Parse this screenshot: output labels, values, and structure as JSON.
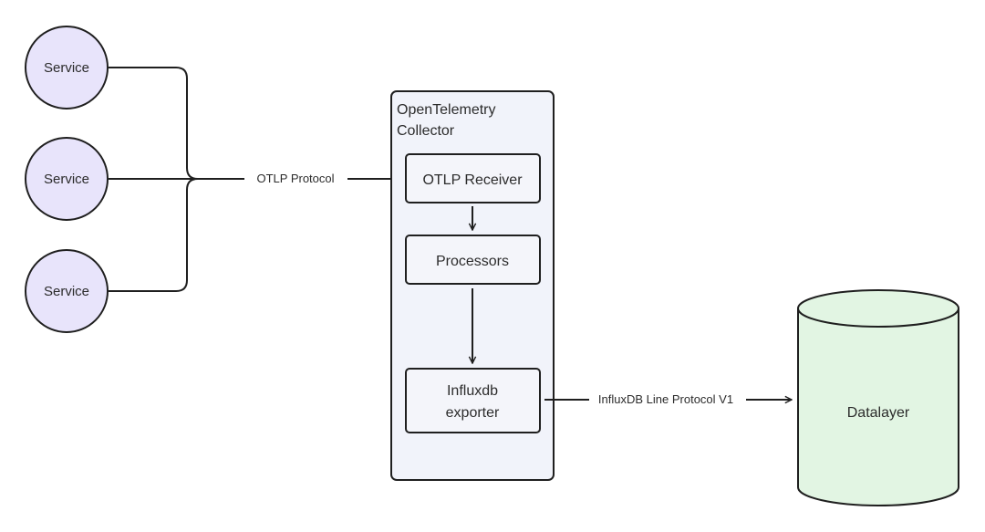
{
  "services": [
    {
      "label": "Service"
    },
    {
      "label": "Service"
    },
    {
      "label": "Service"
    }
  ],
  "collector": {
    "title_line1": "OpenTelemetry",
    "title_line2": "Collector",
    "receiver": "OTLP Receiver",
    "processors": "Processors",
    "exporter_line1": "Influxdb",
    "exporter_line2": "exporter"
  },
  "edges": {
    "otlp_protocol": "OTLP Protocol",
    "influx_protocol": "InfluxDB Line Protocol V1"
  },
  "datalayer": {
    "label": "Datalayer"
  },
  "colors": {
    "service_fill": "#e8e4fb",
    "collector_fill": "#f1f3fa",
    "box_fill": "#f4f5fa",
    "datalayer_fill": "#e2f5e3",
    "stroke": "#1f1f1f"
  }
}
